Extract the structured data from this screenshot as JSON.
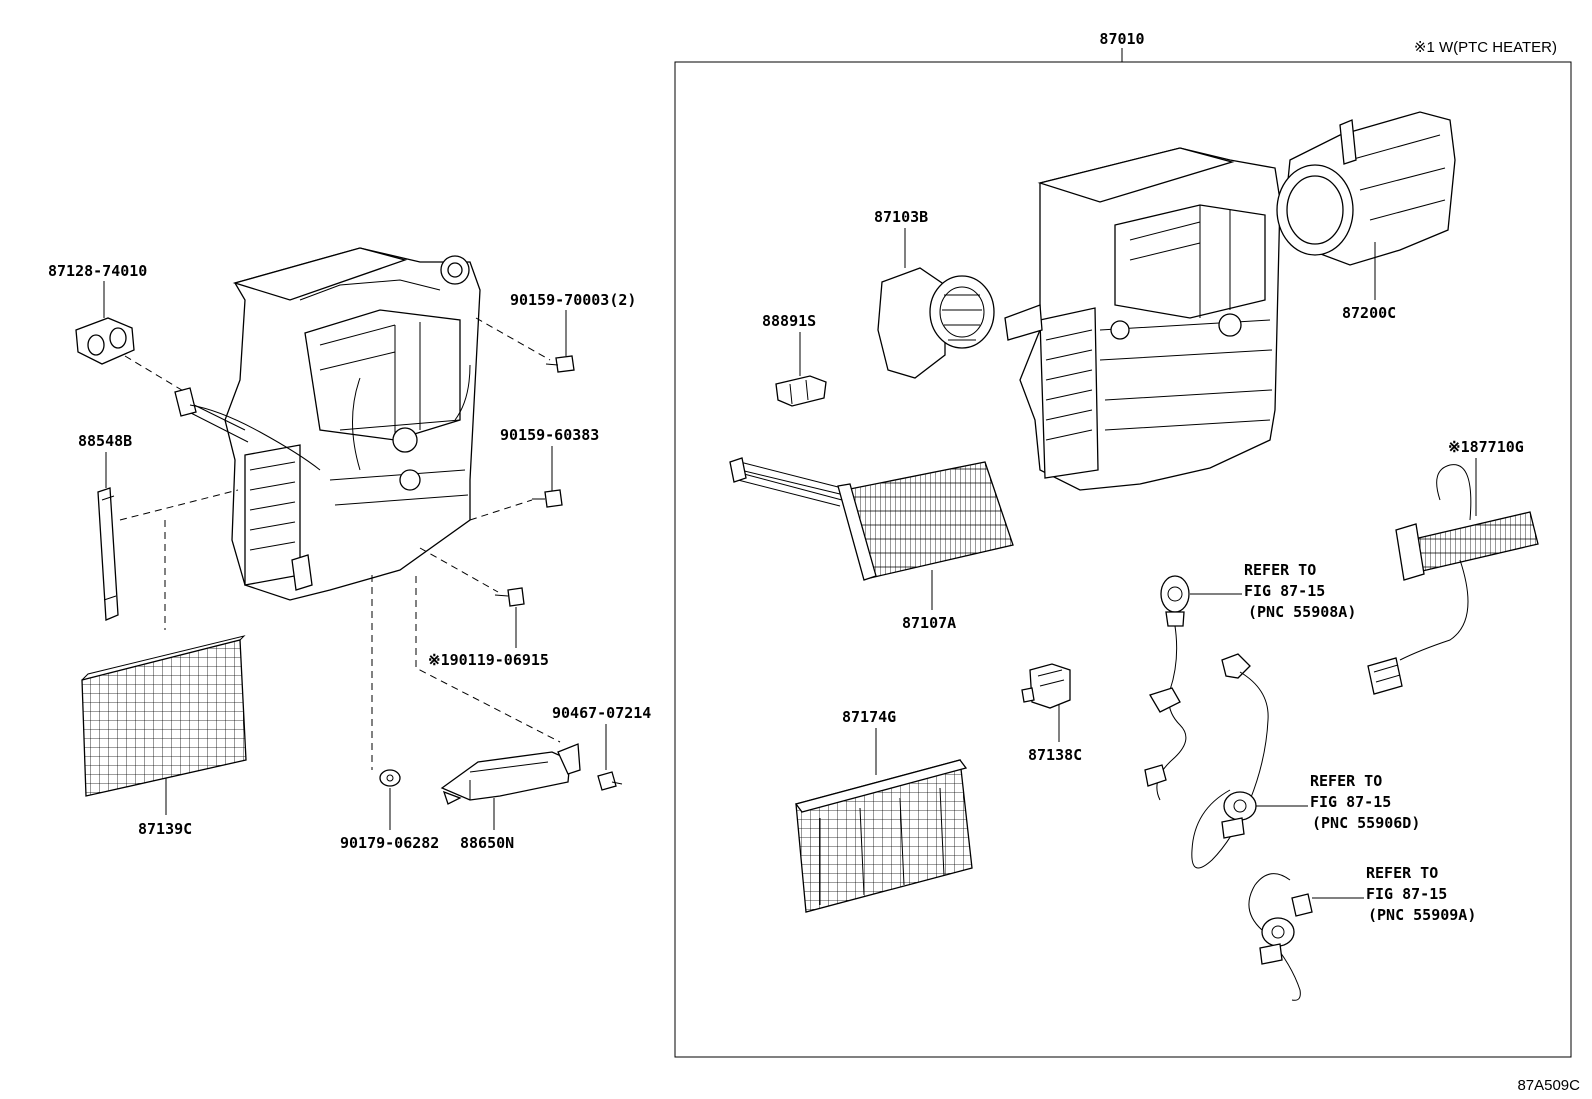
{
  "assembly": {
    "part_no": "87010",
    "note": "※1 W(PTC HEATER)"
  },
  "figure_code": "87A509C",
  "labels": {
    "p87128": "87128-74010",
    "p90159a": "90159-70003(2)",
    "p88548": "88548B",
    "p90159b": "90159-60383",
    "p90119": "※190119-06915",
    "p90467": "90467-07214",
    "p87139": "87139C",
    "p90179": "90179-06282",
    "p88650": "88650N",
    "p87103": "87103B",
    "p88891": "88891S",
    "p87107": "87107A",
    "p87174": "87174G",
    "p87138": "87138C",
    "p87200": "87200C",
    "p87710": "※187710G"
  },
  "references": [
    {
      "l1": "REFER TO",
      "l2": "FIG 87-15",
      "l3": "(PNC 55908A)"
    },
    {
      "l1": "REFER TO",
      "l2": "FIG 87-15",
      "l3": "(PNC 55906D)"
    },
    {
      "l1": "REFER TO",
      "l2": "FIG 87-15",
      "l3": "(PNC 55909A)"
    }
  ]
}
